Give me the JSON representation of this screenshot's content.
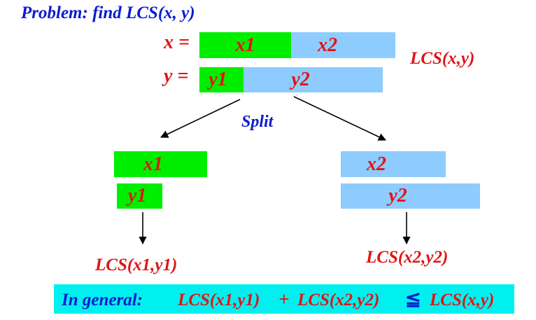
{
  "title": "Problem: find LCS(x, y)",
  "x_eq": "x =",
  "y_eq": "y =",
  "x1": "x1",
  "x2": "x2",
  "y1": "y1",
  "y2": "y2",
  "lcs_xy": "LCS(x,y)",
  "split": "Split",
  "left": {
    "x1": "x1",
    "y1": "y1",
    "result": "LCS(x1,y1)"
  },
  "right": {
    "x2": "x2",
    "y2": "y2",
    "result": "LCS(x2,y2)"
  },
  "footer": {
    "prefix": "In general:",
    "term1": "LCS(x1,y1)",
    "plus": "+",
    "term2": "LCS(x2,y2)",
    "relation": "≦",
    "term3": "LCS(x,y)"
  },
  "colors": {
    "title_blue": "#0b1ccf",
    "label_red": "#e01515",
    "segment_green": "#00ee00",
    "segment_light_blue": "#8ecbff",
    "footer_cyan": "#00f0f0"
  }
}
